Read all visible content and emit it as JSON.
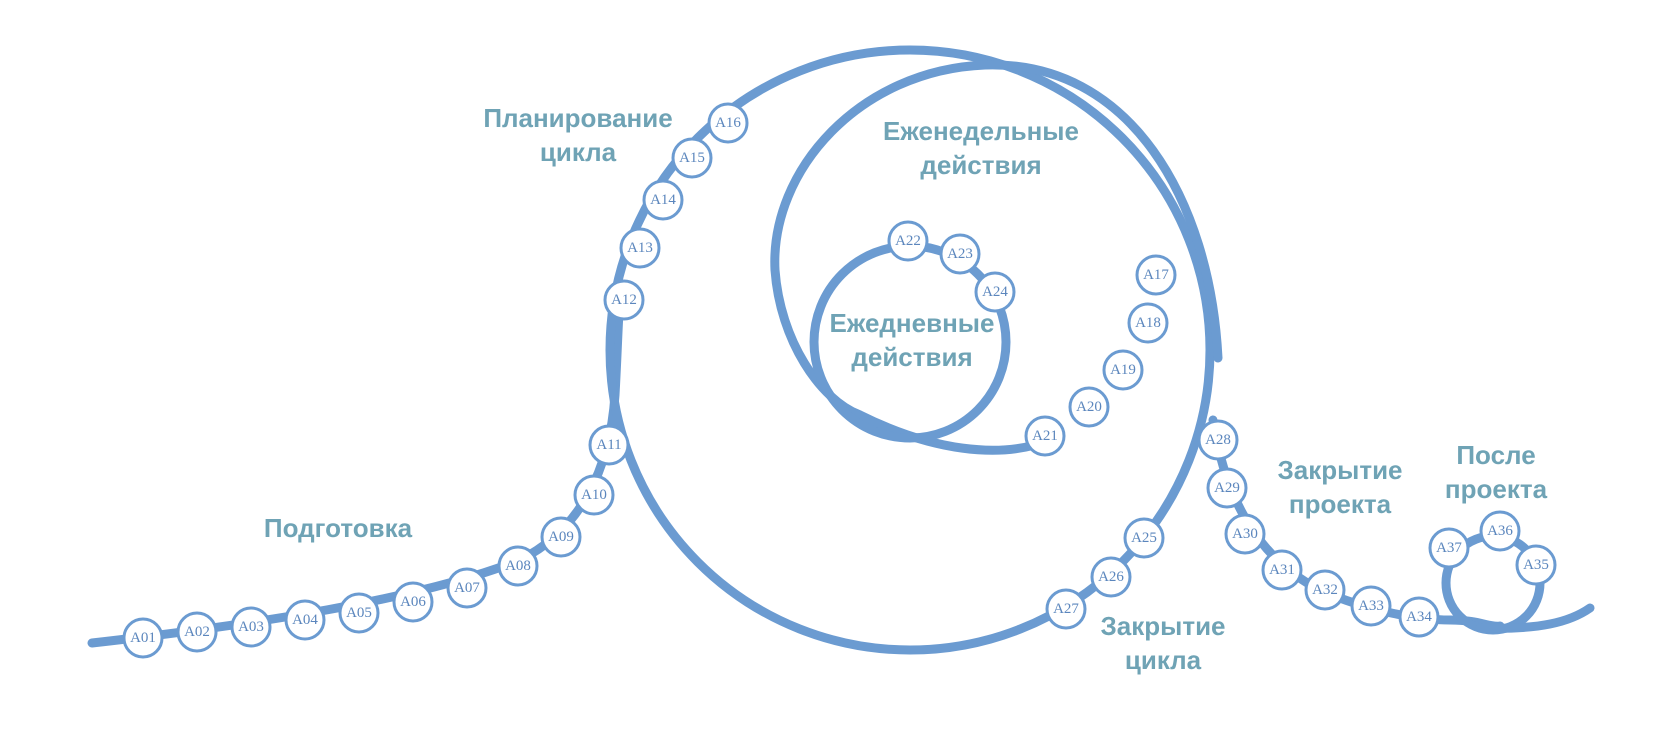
{
  "phases": {
    "preparation": "Подготовка",
    "cycle_planning": [
      "Планирование",
      "цикла"
    ],
    "weekly": [
      "Еженедельные",
      "действия"
    ],
    "daily": [
      "Ежедневные",
      "действия"
    ],
    "cycle_closing": [
      "Закрытие",
      "цикла"
    ],
    "project_closing": [
      "Закрытие",
      "проекта"
    ],
    "post_project": [
      "После",
      "проекта"
    ]
  },
  "nodes": [
    "A01",
    "A02",
    "A03",
    "A04",
    "A05",
    "A06",
    "A07",
    "A08",
    "A09",
    "A10",
    "A11",
    "A12",
    "A13",
    "A14",
    "A15",
    "A16",
    "A17",
    "A18",
    "A19",
    "A20",
    "A21",
    "A22",
    "A23",
    "A24",
    "A25",
    "A26",
    "A27",
    "A28",
    "A29",
    "A30",
    "A31",
    "A32",
    "A33",
    "A34",
    "A35",
    "A36",
    "A37"
  ],
  "colors": {
    "track": "#6b9bd1",
    "node_text": "#5b86bd",
    "phase_text": "#6fa3b5"
  }
}
